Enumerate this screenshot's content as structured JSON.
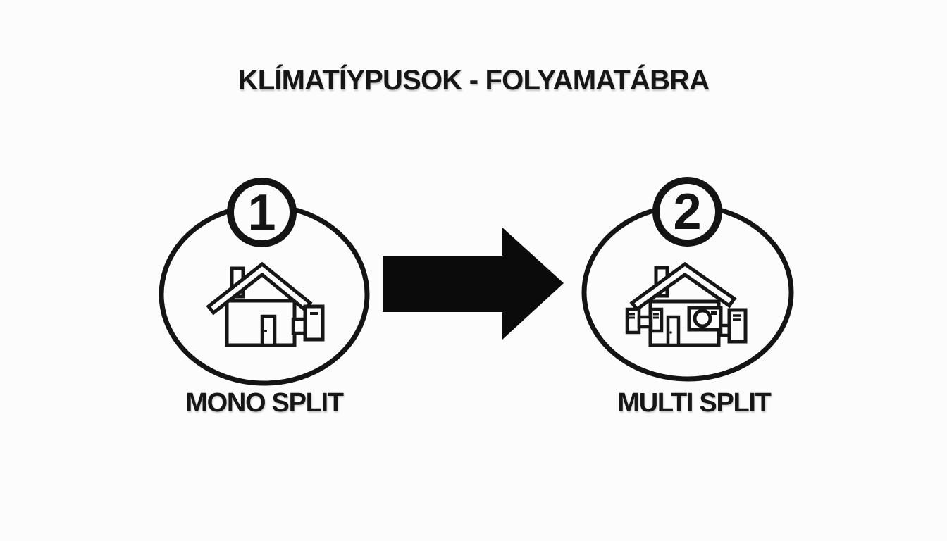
{
  "title": "KLÍMATÍYPUSOK - FOLYAMATÁBRA",
  "nodes": [
    {
      "number": "1",
      "label": "MONO SPLIT",
      "icon": "mono-split-house-icon"
    },
    {
      "number": "2",
      "label": "MULTI SPLIT",
      "icon": "multi-split-house-icon"
    }
  ],
  "connector": {
    "icon": "arrow-right-icon",
    "direction": "left-to-right"
  },
  "colors": {
    "ink": "#141414",
    "background": "#fcfcfc",
    "arrow": "#0b0b0b"
  }
}
